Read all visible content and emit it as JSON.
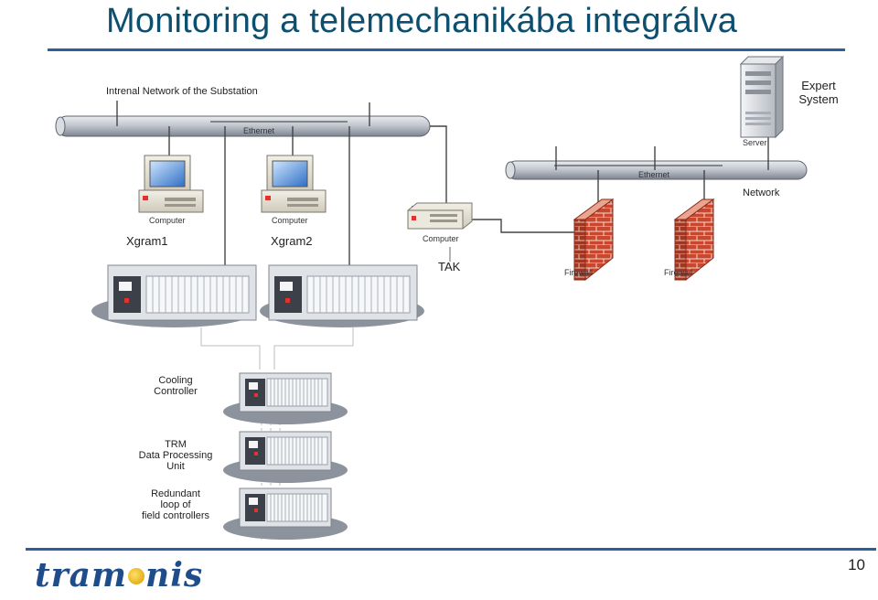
{
  "title": "Monitoring a telemechanikába integrálva",
  "labels": {
    "internal_network": "Intrenal Network of the Substation",
    "ethernet_1": "Ethernet",
    "ethernet_2": "Ethernet",
    "expert_system": "Expert\nSystem",
    "server": "Server",
    "network": "Network",
    "computer_1": "Computer",
    "computer_2": "Computer",
    "computer_3": "Computer",
    "xgram1": "Xgram1",
    "xgram2": "Xgram2",
    "tak": "TAK",
    "firewall_1": "Firewall",
    "firewall_2": "Firewall",
    "cooling_controller": "Cooling\nController",
    "trm": "TRM\nData Processing\nUnit",
    "redundant_loop": "Redundant\nloop of\nfield controllers"
  },
  "footer": {
    "logo_prefix": "tram",
    "logo_suffix": "nis",
    "page_number": "10"
  },
  "colors": {
    "title": "#0d4f6e",
    "rule": "#2c5f9e",
    "pipe": "#b9bec6",
    "firewall": "#c8472e"
  }
}
